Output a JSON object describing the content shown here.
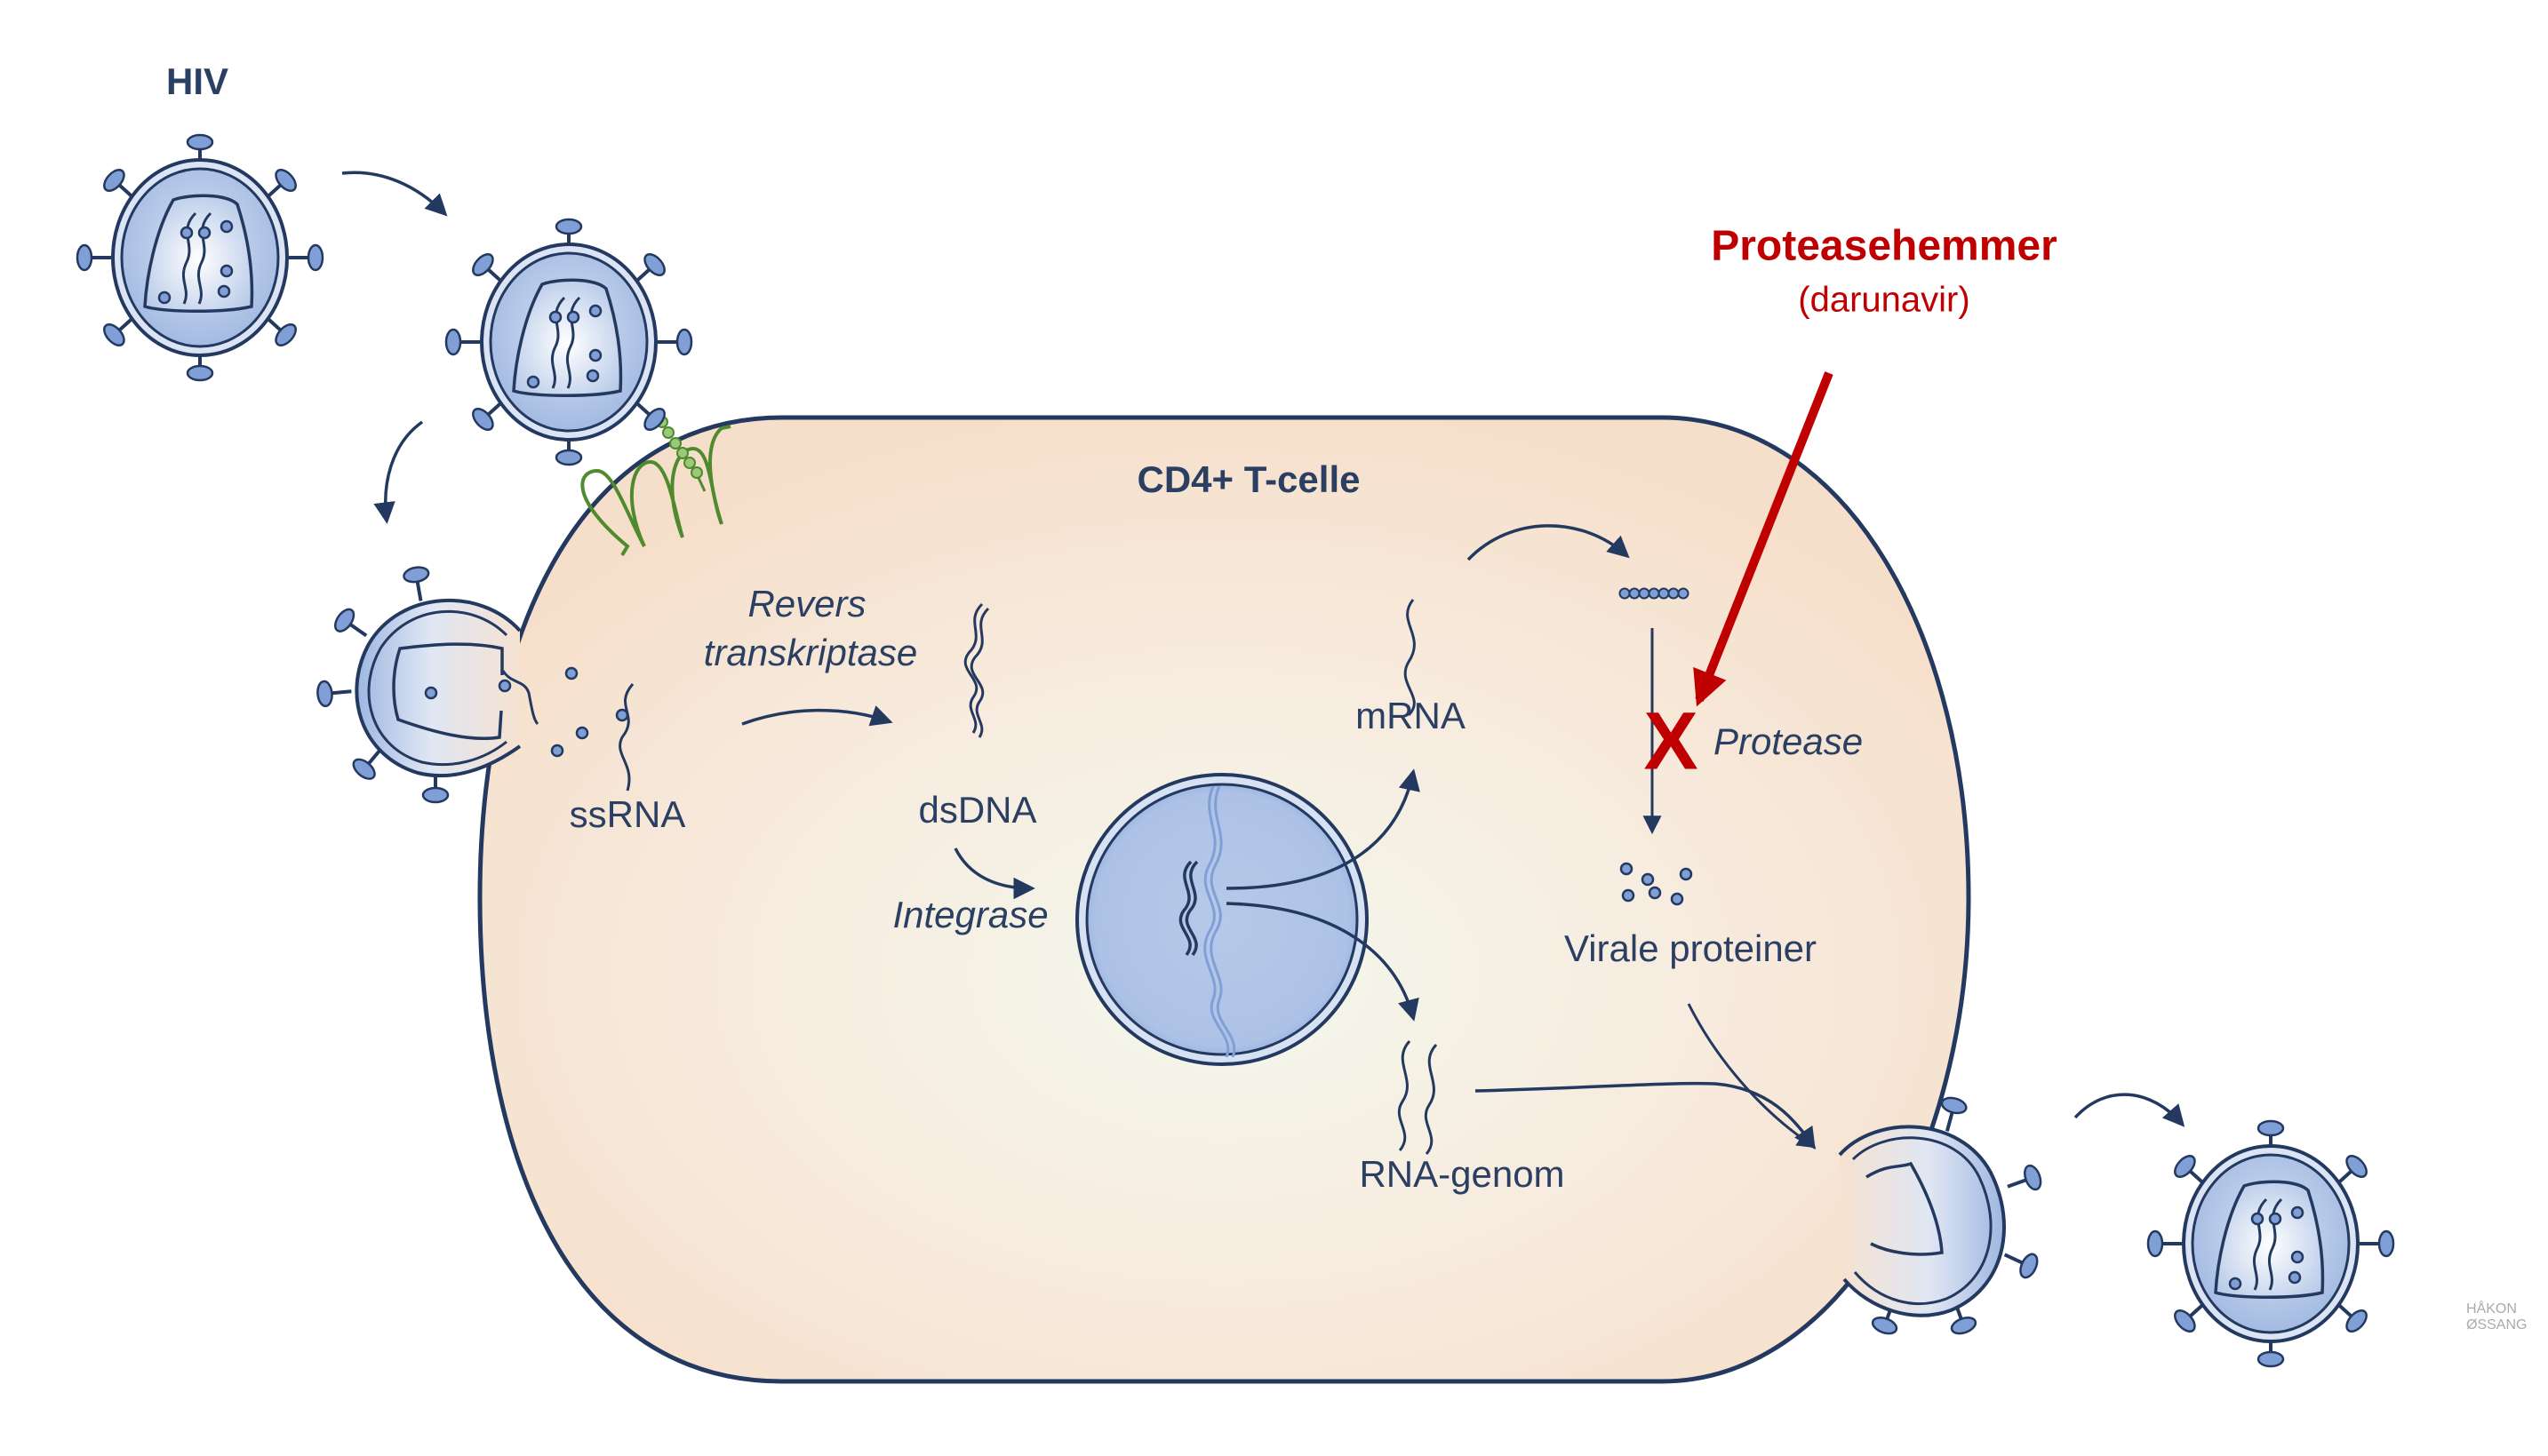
{
  "title": "HIV replication cycle with protease inhibitor",
  "labels": {
    "hiv": "HIV",
    "cell": "CD4+ T-celle",
    "reverse_transcriptase_line1": "Revers",
    "reverse_transcriptase_line2": "transkriptase",
    "ssrna": "ssRNA",
    "dsdna": "dsDNA",
    "integrase": "Integrase",
    "mrna": "mRNA",
    "protease": "Protease",
    "viral_proteins": "Virale proteiner",
    "rna_genome": "RNA-genom",
    "inhibitor_title": "Proteasehemmer",
    "inhibitor_drug": "(darunavir)",
    "block_mark": "X",
    "signature_line1": "HÅKON",
    "signature_line2": "ØSSANG"
  },
  "colors": {
    "outline": "#24395f",
    "virus_fill": "#b3c7e8",
    "virus_spike": "#7f9fd6",
    "cell_fill": "#f9e4d2",
    "cell_center": "#f2f6ec",
    "nucleus_fill": "#b3c7e8",
    "receptor": "#4f8a2e",
    "receptor_bead": "#9bc97a",
    "inhibitor": "#c00000"
  }
}
